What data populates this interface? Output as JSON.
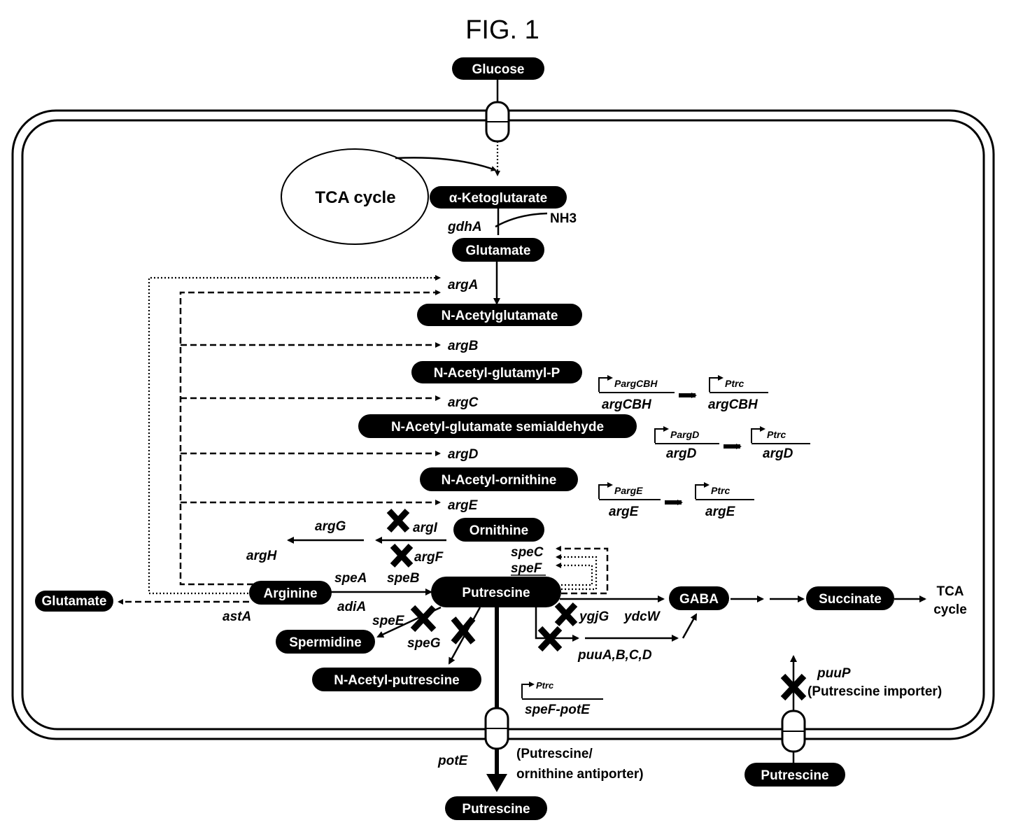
{
  "figure": {
    "title": "FIG. 1"
  },
  "nodes": {
    "glucose_ext": "Glucose",
    "akg": "α-Ketoglutarate",
    "glutamate": "Glutamate",
    "nag": "N-Acetylglutamate",
    "nagp": "N-Acetyl-glutamyl-P",
    "nags": "N-Acetyl-glutamate semialdehyde",
    "nao": "N-Acetyl-ornithine",
    "ornithine": "Ornithine",
    "arginine": "Arginine",
    "putrescine": "Putrescine",
    "glutamate_left": "Glutamate",
    "spermidine": "Spermidine",
    "nap": "N-Acetyl-putrescine",
    "gaba": "GABA",
    "succinate": "Succinate",
    "putrescine_out": "Putrescine",
    "putrescine_ext2": "Putrescine"
  },
  "labels": {
    "tca_cycle": "TCA cycle",
    "nh3": "NH3",
    "tca_right_1": "TCA",
    "tca_right_2": "cycle",
    "antiporter_1": "(Putrescine/",
    "antiporter_2": "ornithine antiporter)",
    "importer": "(Putrescine importer)"
  },
  "genes": {
    "gdhA": "gdhA",
    "argA": "argA",
    "argB": "argB",
    "argC": "argC",
    "argD": "argD",
    "argE": "argE",
    "argG": "argG",
    "argH": "argH",
    "argI": "argI",
    "argF": "argF",
    "speC": "speC",
    "speF": "speF",
    "speA": "speA",
    "speB": "speB",
    "adiA": "adiA",
    "astA": "astA",
    "speE": "speE",
    "speG": "speG",
    "ygjG": "ygjG",
    "ydcW": "ydcW",
    "puuABCD": "puuA,B,C,D",
    "potE": "potE",
    "puuP": "puuP"
  },
  "promoters": [
    {
      "from_prom": "PargCBH",
      "from_gene": "argCBH",
      "to_prom": "Ptrc",
      "to_gene": "argCBH"
    },
    {
      "from_prom": "PargD",
      "from_gene": "argD",
      "to_prom": "Ptrc",
      "to_gene": "argD"
    },
    {
      "from_prom": "PargE",
      "from_gene": "argE",
      "to_prom": "Ptrc",
      "to_gene": "argE"
    }
  ],
  "promoter_single": {
    "prom": "Ptrc",
    "gene": "speF-potE"
  }
}
